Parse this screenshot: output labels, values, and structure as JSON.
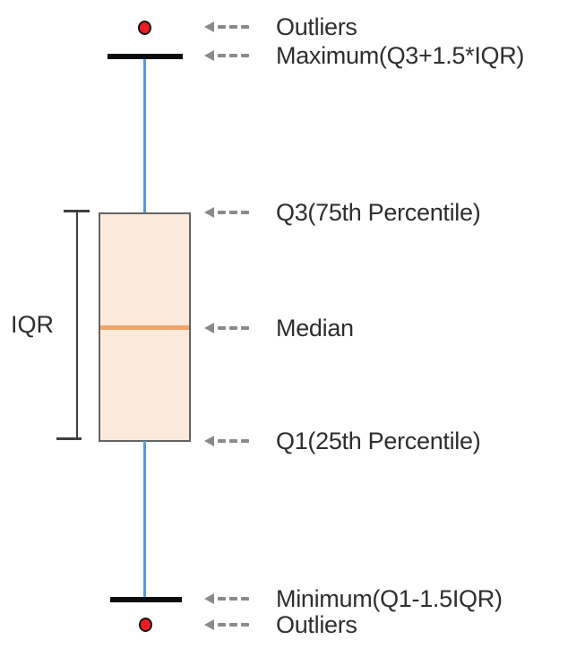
{
  "diagram": {
    "type": "boxplot-anatomy",
    "iqr_label": "IQR",
    "annotations": [
      {
        "target": "outlier-top",
        "label": "Outliers"
      },
      {
        "target": "maximum-whisker",
        "label": "Maximum(Q3+1.5*IQR)"
      },
      {
        "target": "q3-box-top",
        "label": "Q3(75th Percentile)"
      },
      {
        "target": "median-line",
        "label": "Median"
      },
      {
        "target": "q1-box-bottom",
        "label": "Q1(25th Percentile)"
      },
      {
        "target": "minimum-whisker",
        "label": "Minimum(Q1-1.5IQR)"
      },
      {
        "target": "outlier-bottom",
        "label": "Outliers"
      }
    ],
    "icons": {
      "annotation_arrow": "left-dashed-arrow"
    }
  },
  "colors": {
    "background": "#ffffff",
    "box_fill": "#fbe9dc",
    "box_border": "#646464",
    "median_line": "#f0a468",
    "whisker_line": "#5b9bd5",
    "whisker_cap": "#0d0d0d",
    "outlier_fill": "#ee1c25",
    "outlier_stroke": "#141414",
    "bracket": "#3f3f3f",
    "arrow": "#8a8a8a",
    "text": "#2e2e2e"
  }
}
